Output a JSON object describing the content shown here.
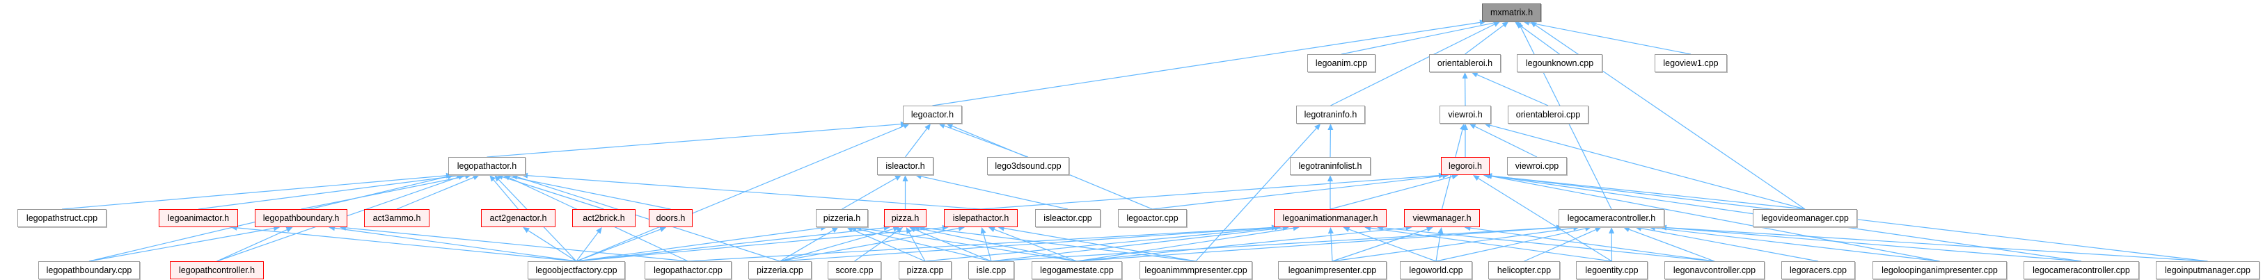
{
  "colors": {
    "edge": "#63b8ff",
    "root_fill": "#999999",
    "red_border": "#ff0000",
    "red_fill": "#fff0f0"
  },
  "nodes": [
    {
      "id": "mxmatrix_h",
      "label": "mxmatrix.h",
      "kind": "root"
    },
    {
      "id": "legoanim_cpp",
      "label": "legoanim.cpp",
      "kind": "normal"
    },
    {
      "id": "orientableroi_h",
      "label": "orientableroi.h",
      "kind": "normal"
    },
    {
      "id": "legounknown_cpp",
      "label": "legounknown.cpp",
      "kind": "normal"
    },
    {
      "id": "legoview1_cpp",
      "label": "legoview1.cpp",
      "kind": "normal"
    },
    {
      "id": "legoactor_h",
      "label": "legoactor.h",
      "kind": "normal"
    },
    {
      "id": "legotraninfo_h",
      "label": "legotraninfo.h",
      "kind": "normal"
    },
    {
      "id": "viewroi_h",
      "label": "viewroi.h",
      "kind": "normal"
    },
    {
      "id": "orientableroi_cpp",
      "label": "orientableroi.cpp",
      "kind": "normal"
    },
    {
      "id": "legopathactor_h",
      "label": "legopathactor.h",
      "kind": "normal"
    },
    {
      "id": "isleactor_h",
      "label": "isleactor.h",
      "kind": "normal"
    },
    {
      "id": "lego3dsound_cpp",
      "label": "lego3dsound.cpp",
      "kind": "normal"
    },
    {
      "id": "legotraninfolist_h",
      "label": "legotraninfolist.h",
      "kind": "normal"
    },
    {
      "id": "legoroi_h",
      "label": "legoroi.h",
      "kind": "red"
    },
    {
      "id": "viewroi_cpp",
      "label": "viewroi.cpp",
      "kind": "normal"
    },
    {
      "id": "legopathstruct_cpp",
      "label": "legopathstruct.cpp",
      "kind": "normal"
    },
    {
      "id": "legoanimactor_h",
      "label": "legoanimactor.h",
      "kind": "red"
    },
    {
      "id": "legopathboundary_h",
      "label": "legopathboundary.h",
      "kind": "red"
    },
    {
      "id": "act3ammo_h",
      "label": "act3ammo.h",
      "kind": "red"
    },
    {
      "id": "act2genactor_h",
      "label": "act2genactor.h",
      "kind": "red"
    },
    {
      "id": "act2brick_h",
      "label": "act2brick.h",
      "kind": "red"
    },
    {
      "id": "doors_h",
      "label": "doors.h",
      "kind": "red"
    },
    {
      "id": "pizzeria_h",
      "label": "pizzeria.h",
      "kind": "normal"
    },
    {
      "id": "pizza_h",
      "label": "pizza.h",
      "kind": "red"
    },
    {
      "id": "islepathactor_h",
      "label": "islepathactor.h",
      "kind": "red"
    },
    {
      "id": "isleactor_cpp",
      "label": "isleactor.cpp",
      "kind": "normal"
    },
    {
      "id": "legoactor_cpp",
      "label": "legoactor.cpp",
      "kind": "normal"
    },
    {
      "id": "legoanimationmanager_h",
      "label": "legoanimationmanager.h",
      "kind": "red"
    },
    {
      "id": "viewmanager_h",
      "label": "viewmanager.h",
      "kind": "red"
    },
    {
      "id": "legocameracontroller_h",
      "label": "legocameracontroller.h",
      "kind": "normal"
    },
    {
      "id": "legovideomanager_cpp",
      "label": "legovideomanager.cpp",
      "kind": "normal"
    },
    {
      "id": "legopathboundary_cpp",
      "label": "legopathboundary.cpp",
      "kind": "normal"
    },
    {
      "id": "legopathcontroller_h",
      "label": "legopathcontroller.h",
      "kind": "red"
    },
    {
      "id": "legoobjectfactory_cpp",
      "label": "legoobjectfactory.cpp",
      "kind": "normal"
    },
    {
      "id": "legopathactor_cpp",
      "label": "legopathactor.cpp",
      "kind": "normal"
    },
    {
      "id": "pizzeria_cpp",
      "label": "pizzeria.cpp",
      "kind": "normal"
    },
    {
      "id": "score_cpp",
      "label": "score.cpp",
      "kind": "normal"
    },
    {
      "id": "pizza_cpp",
      "label": "pizza.cpp",
      "kind": "normal"
    },
    {
      "id": "isle_cpp",
      "label": "isle.cpp",
      "kind": "normal"
    },
    {
      "id": "legogamestate_cpp",
      "label": "legogamestate.cpp",
      "kind": "normal"
    },
    {
      "id": "legoanimmmpresenter_cpp",
      "label": "legoanimmmpresenter.cpp",
      "kind": "normal"
    },
    {
      "id": "legoanimpresenter_cpp",
      "label": "legoanimpresenter.cpp",
      "kind": "normal"
    },
    {
      "id": "legoworld_cpp",
      "label": "legoworld.cpp",
      "kind": "normal"
    },
    {
      "id": "helicopter_cpp",
      "label": "helicopter.cpp",
      "kind": "normal"
    },
    {
      "id": "legoentity_cpp",
      "label": "legoentity.cpp",
      "kind": "normal"
    },
    {
      "id": "legonavcontroller_cpp",
      "label": "legonavcontroller.cpp",
      "kind": "normal"
    },
    {
      "id": "legoracers_cpp",
      "label": "legoracers.cpp",
      "kind": "normal"
    },
    {
      "id": "legoloopinganimpresenter_cpp",
      "label": "legoloopinganimpresenter.cpp",
      "kind": "normal"
    },
    {
      "id": "legocameracontroller_cpp",
      "label": "legocameracontroller.cpp",
      "kind": "normal"
    },
    {
      "id": "legoinputmanager_cpp",
      "label": "legoinputmanager.cpp",
      "kind": "normal"
    }
  ],
  "edges": [
    [
      "legoactor_h",
      "mxmatrix_h"
    ],
    [
      "legoanim_cpp",
      "mxmatrix_h"
    ],
    [
      "legotraninfo_h",
      "mxmatrix_h"
    ],
    [
      "orientableroi_h",
      "mxmatrix_h"
    ],
    [
      "legounknown_cpp",
      "mxmatrix_h"
    ],
    [
      "legoview1_cpp",
      "mxmatrix_h"
    ],
    [
      "legocameracontroller_h",
      "mxmatrix_h"
    ],
    [
      "legovideomanager_cpp",
      "mxmatrix_h"
    ],
    [
      "viewroi_h",
      "orientableroi_h"
    ],
    [
      "orientableroi_cpp",
      "orientableroi_h"
    ],
    [
      "legoroi_h",
      "viewroi_h"
    ],
    [
      "viewroi_cpp",
      "viewroi_h"
    ],
    [
      "viewmanager_h",
      "viewroi_h"
    ],
    [
      "legovideomanager_cpp",
      "viewroi_h"
    ],
    [
      "legotraninfolist_h",
      "legotraninfo_h"
    ],
    [
      "legoanimmmpresenter_cpp",
      "legotraninfo_h"
    ],
    [
      "legoanimationmanager_h",
      "legotraninfolist_h"
    ],
    [
      "legopathactor_h",
      "legoactor_h"
    ],
    [
      "isleactor_h",
      "legoactor_h"
    ],
    [
      "lego3dsound_cpp",
      "legoactor_h"
    ],
    [
      "legoactor_cpp",
      "legoactor_h"
    ],
    [
      "legoobjectfactory_cpp",
      "legoactor_h"
    ],
    [
      "legopathstruct_cpp",
      "legopathactor_h"
    ],
    [
      "legoanimactor_h",
      "legopathactor_h"
    ],
    [
      "legopathboundary_h",
      "legopathactor_h"
    ],
    [
      "act3ammo_h",
      "legopathactor_h"
    ],
    [
      "act2genactor_h",
      "legopathactor_h"
    ],
    [
      "act2brick_h",
      "legopathactor_h"
    ],
    [
      "doors_h",
      "legopathactor_h"
    ],
    [
      "islepathactor_h",
      "legopathactor_h"
    ],
    [
      "legopathboundary_cpp",
      "legopathactor_h"
    ],
    [
      "legopathcontroller_h",
      "legopathactor_h"
    ],
    [
      "legoobjectfactory_cpp",
      "legopathactor_h"
    ],
    [
      "legopathactor_cpp",
      "legopathactor_h"
    ],
    [
      "pizzeria_cpp",
      "legopathactor_h"
    ],
    [
      "pizzeria_h",
      "isleactor_h"
    ],
    [
      "pizza_h",
      "isleactor_h"
    ],
    [
      "isleactor_cpp",
      "isleactor_h"
    ],
    [
      "legopathboundary_cpp",
      "legopathboundary_h"
    ],
    [
      "legopathcontroller_h",
      "legopathboundary_h"
    ],
    [
      "legoobjectfactory_cpp",
      "legopathboundary_h"
    ],
    [
      "legopathactor_cpp",
      "legopathboundary_h"
    ],
    [
      "legoobjectfactory_cpp",
      "legoanimactor_h"
    ],
    [
      "legoobjectfactory_cpp",
      "act2genactor_h"
    ],
    [
      "legoobjectfactory_cpp",
      "act2brick_h"
    ],
    [
      "legoobjectfactory_cpp",
      "doors_h"
    ],
    [
      "legoobjectfactory_cpp",
      "pizzeria_h"
    ],
    [
      "pizzeria_cpp",
      "pizzeria_h"
    ],
    [
      "pizza_cpp",
      "pizzeria_h"
    ],
    [
      "isle_cpp",
      "pizzeria_h"
    ],
    [
      "legogamestate_cpp",
      "pizzeria_h"
    ],
    [
      "legoobjectfactory_cpp",
      "pizza_h"
    ],
    [
      "pizzeria_cpp",
      "pizza_h"
    ],
    [
      "score_cpp",
      "pizza_h"
    ],
    [
      "pizza_cpp",
      "pizza_h"
    ],
    [
      "isle_cpp",
      "pizza_h"
    ],
    [
      "legogamestate_cpp",
      "pizza_h"
    ],
    [
      "legoanimmmpresenter_cpp",
      "pizza_h"
    ],
    [
      "legoobjectfactory_cpp",
      "islepathactor_h"
    ],
    [
      "isle_cpp",
      "islepathactor_h"
    ],
    [
      "legogamestate_cpp",
      "islepathactor_h"
    ],
    [
      "legoanimmmpresenter_cpp",
      "islepathactor_h"
    ],
    [
      "pizzeria_cpp",
      "islepathactor_h"
    ],
    [
      "islepathactor_h",
      "legoroi_h"
    ],
    [
      "legoactor_cpp",
      "legoroi_h"
    ],
    [
      "legoanimationmanager_h",
      "legoroi_h"
    ],
    [
      "legovideomanager_cpp",
      "legoroi_h"
    ],
    [
      "legoinputmanager_cpp",
      "legoroi_h"
    ],
    [
      "legocameracontroller_cpp",
      "legoroi_h"
    ],
    [
      "legoloopinganimpresenter_cpp",
      "legoroi_h"
    ],
    [
      "legoentity_cpp",
      "legoroi_h"
    ],
    [
      "legopathactor_cpp",
      "legoanimationmanager_h"
    ],
    [
      "pizzeria_cpp",
      "legoanimationmanager_h"
    ],
    [
      "pizza_cpp",
      "legoanimationmanager_h"
    ],
    [
      "isle_cpp",
      "legoanimationmanager_h"
    ],
    [
      "legogamestate_cpp",
      "legoanimationmanager_h"
    ],
    [
      "legoanimpresenter_cpp",
      "legoanimationmanager_h"
    ],
    [
      "legoworld_cpp",
      "legoanimationmanager_h"
    ],
    [
      "legonavcontroller_cpp",
      "legoanimationmanager_h"
    ],
    [
      "legoentity_cpp",
      "legoanimationmanager_h"
    ],
    [
      "legoanimpresenter_cpp",
      "viewmanager_h"
    ],
    [
      "legoworld_cpp",
      "viewmanager_h"
    ],
    [
      "legonavcontroller_cpp",
      "viewmanager_h"
    ],
    [
      "legogamestate_cpp",
      "viewmanager_h"
    ],
    [
      "isle_cpp",
      "legocameracontroller_h"
    ],
    [
      "legogamestate_cpp",
      "legocameracontroller_h"
    ],
    [
      "legoanimpresenter_cpp",
      "legocameracontroller_h"
    ],
    [
      "legoworld_cpp",
      "legocameracontroller_h"
    ],
    [
      "helicopter_cpp",
      "legocameracontroller_h"
    ],
    [
      "legoentity_cpp",
      "legocameracontroller_h"
    ],
    [
      "legonavcontroller_cpp",
      "legocameracontroller_h"
    ],
    [
      "legoracers_cpp",
      "legocameracontroller_h"
    ],
    [
      "legoloopinganimpresenter_cpp",
      "legocameracontroller_h"
    ],
    [
      "legocameracontroller_cpp",
      "legocameracontroller_h"
    ],
    [
      "legoinputmanager_cpp",
      "legocameracontroller_h"
    ]
  ]
}
